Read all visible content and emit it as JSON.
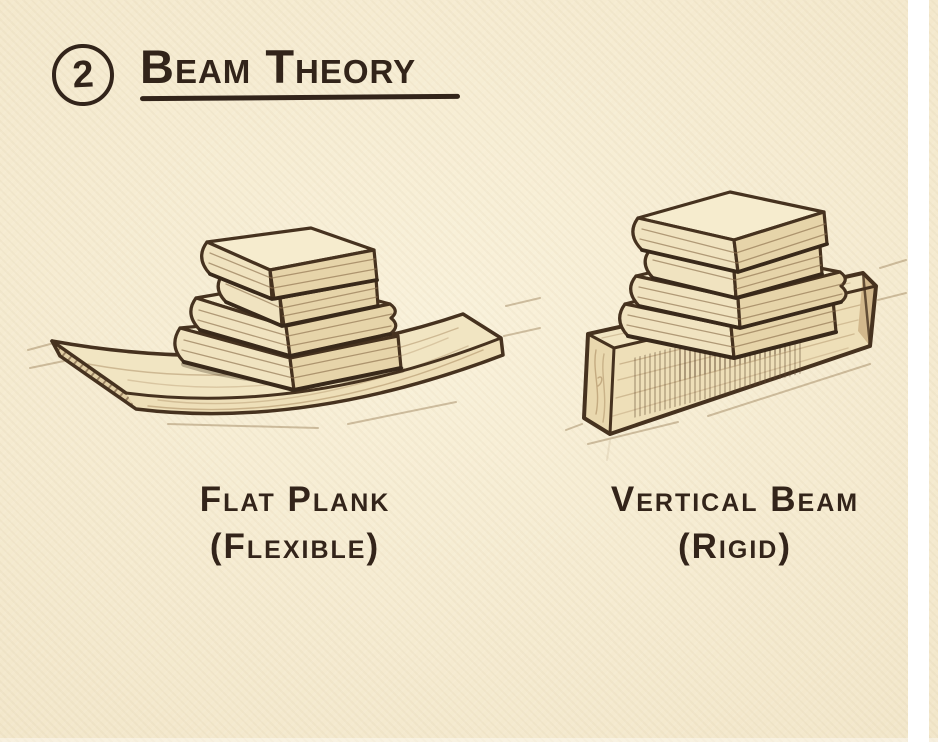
{
  "page": {
    "background_color": "#f3e8cc",
    "ink_color": "#32241a",
    "right_margin_strip_color": "#ffffff"
  },
  "title": {
    "number": "2",
    "text": "Beam Theory"
  },
  "figures": {
    "left": {
      "alt": "Stack of four books pressing down on a thin flat wooden plank that bows under the load",
      "caption_line1": "Flat Plank",
      "caption_line2": "(Flexible)"
    },
    "right": {
      "alt": "Stack of four books resting on a wooden beam standing on its edge that stays straight",
      "caption_line1": "Vertical Beam",
      "caption_line2": "(Rigid)"
    }
  },
  "palette": {
    "paper": "#f3e8cc",
    "ink": "#32241a",
    "outline_brown": "#46321f",
    "wood_top": "#f1e5c2",
    "wood_front": "#eedfb8",
    "wood_end": "#e2cfa5",
    "wood_cut_shadow": "#d2b88c",
    "book_cover": "#f6ecce",
    "book_pages_left": "#f0e3c0",
    "book_pages_right": "#e6d4a9",
    "page_line": "#8f7350",
    "sketch_line": "#9a7f58"
  }
}
